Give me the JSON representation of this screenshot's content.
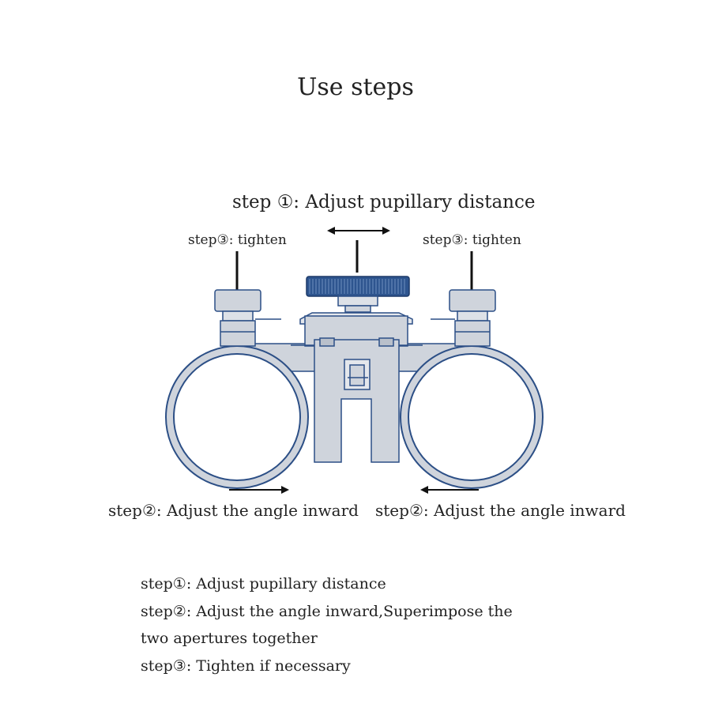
{
  "title": "Use steps",
  "labels": {
    "step1": "step ①:  Adjust pupillary distance",
    "tighten_left": "step③: tighten",
    "tighten_right": "step③: tighten",
    "angle_left": "step②:  Adjust the angle inward",
    "angle_right": "step②:  Adjust the angle inward"
  },
  "instructions": [
    "step①: Adjust pupillary distance",
    "step②: Adjust the angle inward,Superimpose the",
    "two apertures together",
    "step③: Tighten if necessary"
  ],
  "colors": {
    "text": "#222222",
    "device_fill": "#cfd4dc",
    "device_outline": "#2c4f86",
    "knob": "#2e558f"
  }
}
